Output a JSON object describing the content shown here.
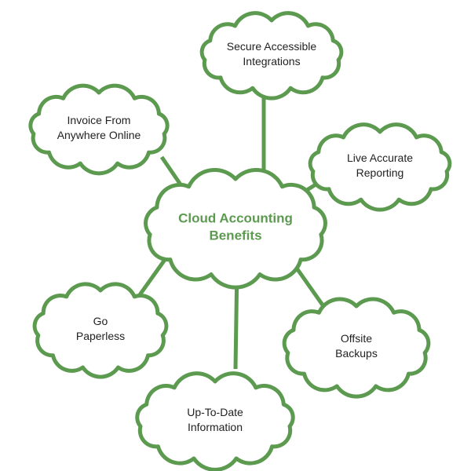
{
  "diagram": {
    "line_color": "#5b9a4f",
    "text_color": "#222222",
    "center": {
      "name": "cloud-center",
      "lines": [
        "Cloud Accounting",
        "Benefits"
      ]
    },
    "nodes": [
      {
        "name": "cloud-secure-accessible-integrations",
        "lines": [
          "Secure Accessible",
          "Integrations"
        ]
      },
      {
        "name": "cloud-invoice-from-anywhere-online",
        "lines": [
          "Invoice From",
          "Anywhere Online"
        ]
      },
      {
        "name": "cloud-live-accurate-reporting",
        "lines": [
          "Live Accurate",
          "Reporting"
        ]
      },
      {
        "name": "cloud-go-paperless",
        "lines": [
          "Go",
          "Paperless"
        ]
      },
      {
        "name": "cloud-offsite-backups",
        "lines": [
          "Offsite",
          "Backups"
        ]
      },
      {
        "name": "cloud-up-to-date-information",
        "lines": [
          "Up-To-Date",
          "Information"
        ]
      }
    ]
  }
}
